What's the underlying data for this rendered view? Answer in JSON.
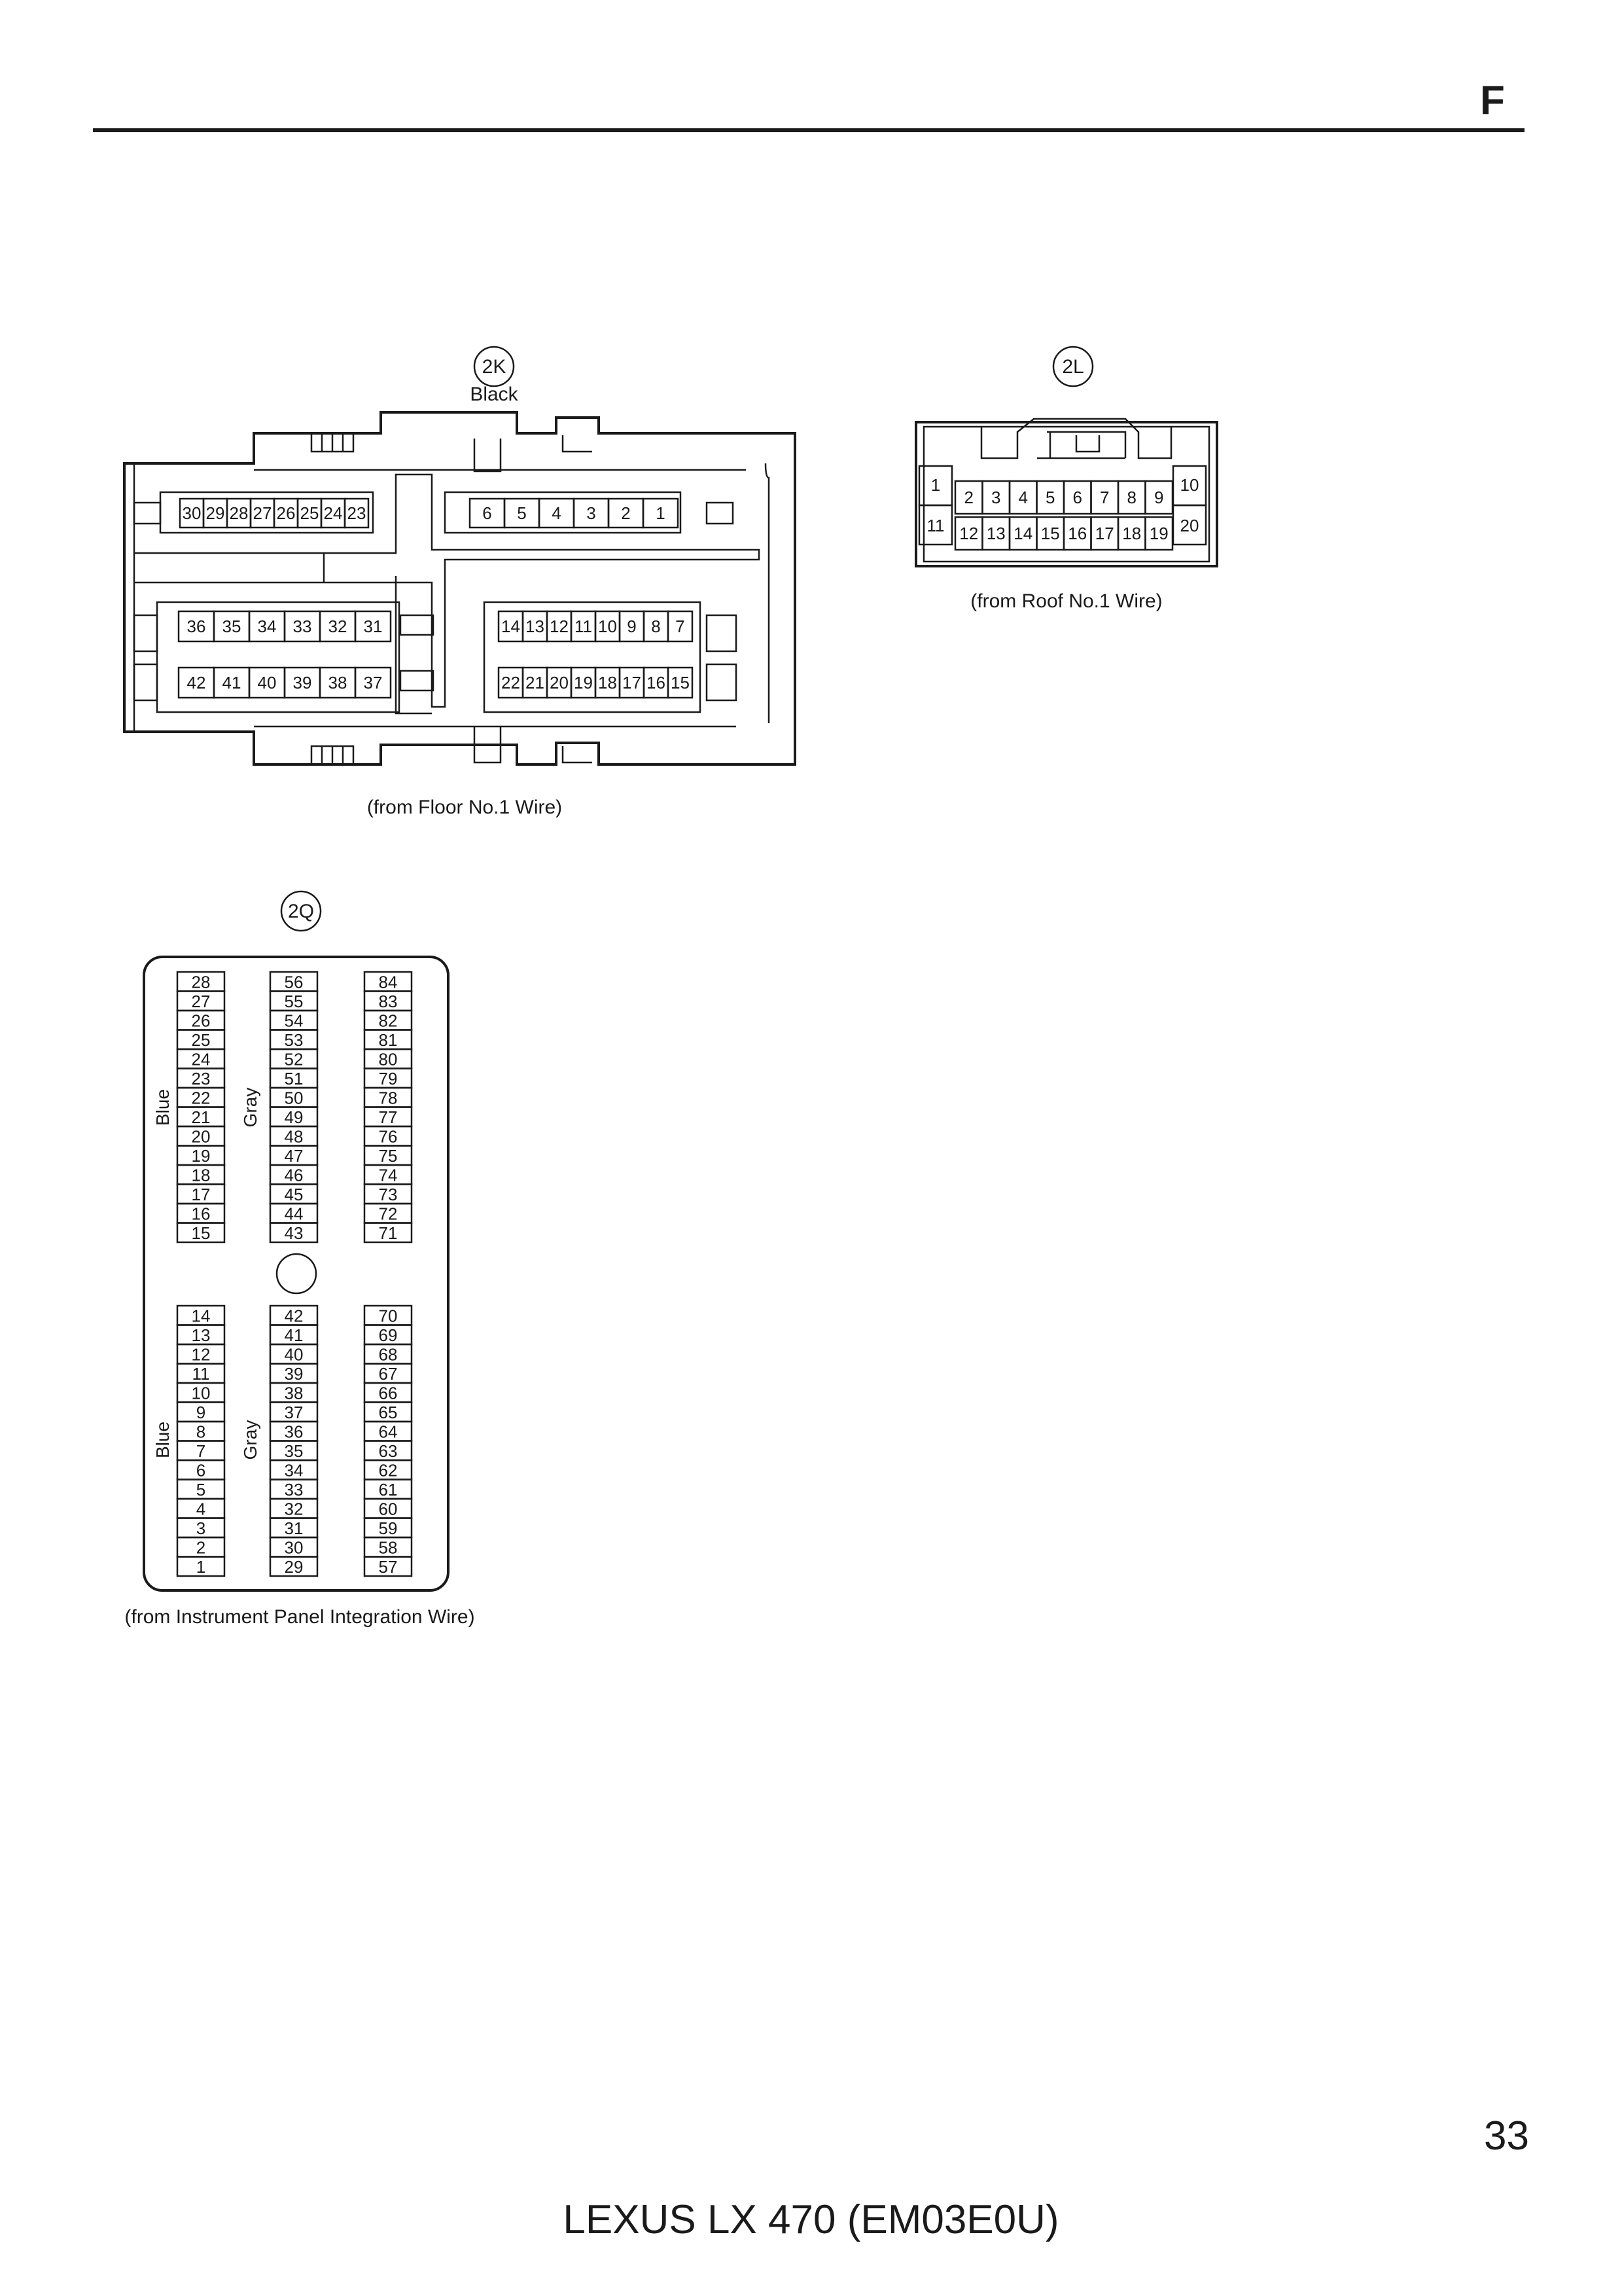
{
  "header": {
    "section_letter": "F"
  },
  "footer": {
    "page_number": "33",
    "model": "LEXUS LX 470 (EM03E0U)"
  },
  "connectors": {
    "c2k": {
      "code": "2K",
      "color": "Black",
      "caption": "(from Floor No.1 Wire)",
      "row1_left": [
        "30",
        "29",
        "28",
        "27",
        "26",
        "25",
        "24",
        "23"
      ],
      "row1_right": [
        "6",
        "5",
        "4",
        "3",
        "2",
        "1"
      ],
      "row2_left": [
        "36",
        "35",
        "34",
        "33",
        "32",
        "31"
      ],
      "row2_right": [
        "14",
        "13",
        "12",
        "11",
        "10",
        "9",
        "8",
        "7"
      ],
      "row3_left": [
        "42",
        "41",
        "40",
        "39",
        "38",
        "37"
      ],
      "row3_right": [
        "22",
        "21",
        "20",
        "19",
        "18",
        "17",
        "16",
        "15"
      ]
    },
    "c2l": {
      "code": "2L",
      "caption": "(from Roof No.1 Wire)",
      "top_left": "1",
      "bottom_left": "11",
      "top_mid": [
        "2",
        "3",
        "4",
        "5",
        "6",
        "7",
        "8",
        "9"
      ],
      "bottom_mid": [
        "12",
        "13",
        "14",
        "15",
        "16",
        "17",
        "18",
        "19"
      ],
      "top_right": "10",
      "bottom_right": "20"
    },
    "c2q": {
      "code": "2Q",
      "caption": "(from Instrument Panel Integration Wire)",
      "upper_left_color": "Blue",
      "upper_mid_color": "Gray",
      "lower_left_color": "Blue",
      "lower_mid_color": "Gray",
      "upper_col1": [
        "28",
        "27",
        "26",
        "25",
        "24",
        "23",
        "22",
        "21",
        "20",
        "19",
        "18",
        "17",
        "16",
        "15"
      ],
      "upper_col2": [
        "56",
        "55",
        "54",
        "53",
        "52",
        "51",
        "50",
        "49",
        "48",
        "47",
        "46",
        "45",
        "44",
        "43"
      ],
      "upper_col3": [
        "84",
        "83",
        "82",
        "81",
        "80",
        "79",
        "78",
        "77",
        "76",
        "75",
        "74",
        "73",
        "72",
        "71"
      ],
      "lower_col1": [
        "14",
        "13",
        "12",
        "11",
        "10",
        "9",
        "8",
        "7",
        "6",
        "5",
        "4",
        "3",
        "2",
        "1"
      ],
      "lower_col2": [
        "42",
        "41",
        "40",
        "39",
        "38",
        "37",
        "36",
        "35",
        "34",
        "33",
        "32",
        "31",
        "30",
        "29"
      ],
      "lower_col3": [
        "70",
        "69",
        "68",
        "67",
        "66",
        "65",
        "64",
        "63",
        "62",
        "61",
        "60",
        "59",
        "58",
        "57"
      ]
    }
  }
}
